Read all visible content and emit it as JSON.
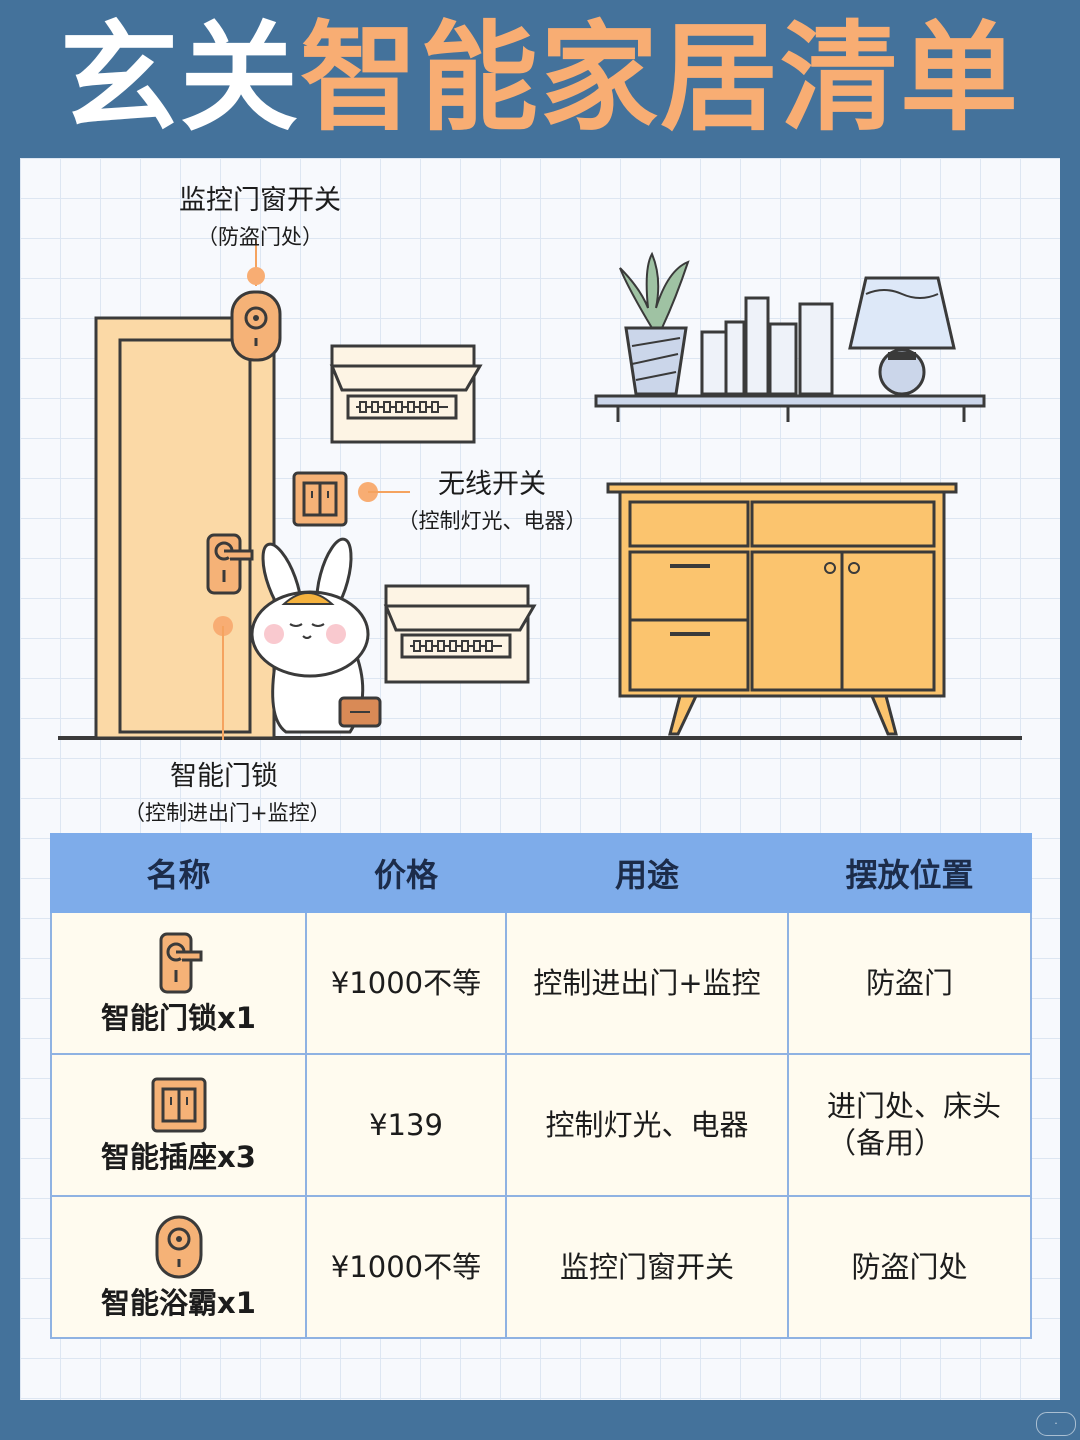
{
  "title": {
    "part_white": "玄关",
    "part_orange": "智能家居清单"
  },
  "scene_labels": {
    "monitor": {
      "main": "监控门窗开关",
      "sub": "（防盗门处）"
    },
    "switch": {
      "main": "无线开关",
      "sub": "（控制灯光、电器）"
    },
    "lock": {
      "main": "智能门锁",
      "sub": "（控制进出门+监控）"
    }
  },
  "table": {
    "headers": [
      "名称",
      "价格",
      "用途",
      "摆放位置"
    ],
    "rows": [
      {
        "icon": "door-lock-icon",
        "name": "智能门锁x1",
        "price": "¥1000不等",
        "use": "控制进出门+监控",
        "place": "防盗门"
      },
      {
        "icon": "wall-switch-icon",
        "name": "智能插座x3",
        "price": "¥139",
        "use": "控制灯光、电器",
        "place": "进门处、床头（备用）"
      },
      {
        "icon": "camera-sensor-icon",
        "name": "智能浴霸x1",
        "price": "¥1000不等",
        "use": "监控门窗开关",
        "place": "防盗门处"
      }
    ]
  },
  "colors": {
    "background": "#44729b",
    "accent_orange": "#f8ad73",
    "header_blue": "#7eacea",
    "cell_cream": "#fffbef"
  }
}
